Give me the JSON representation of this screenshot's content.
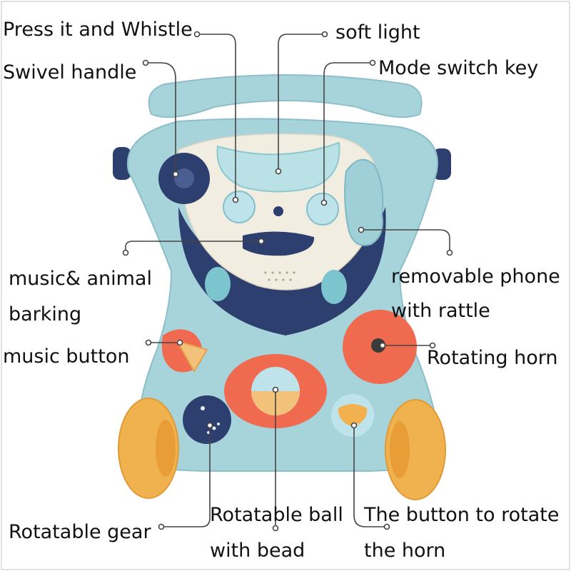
{
  "labels": {
    "whistle": "Press it and Whistle",
    "soft_light": "soft light",
    "swivel": "Swivel handle",
    "mode": "Mode switch key",
    "music_animal_1": "music& animal",
    "music_animal_2": "barking",
    "phone_1": "removable phone",
    "phone_2": "with rattle",
    "music_button": "music button",
    "horn": "Rotating horn",
    "gear": "Rotatable gear",
    "ball_1": "Rotatable ball",
    "ball_2": "with bead",
    "rotate_btn_1": "The button to rotate",
    "rotate_btn_2": "the horn"
  },
  "colors": {
    "body_blue": "#9fd0d8",
    "dark_navy": "#2d3f6e",
    "cream": "#f1ede0",
    "coral": "#ef6a4f",
    "orange": "#f2b04f",
    "wheel": "#f0b24e"
  }
}
